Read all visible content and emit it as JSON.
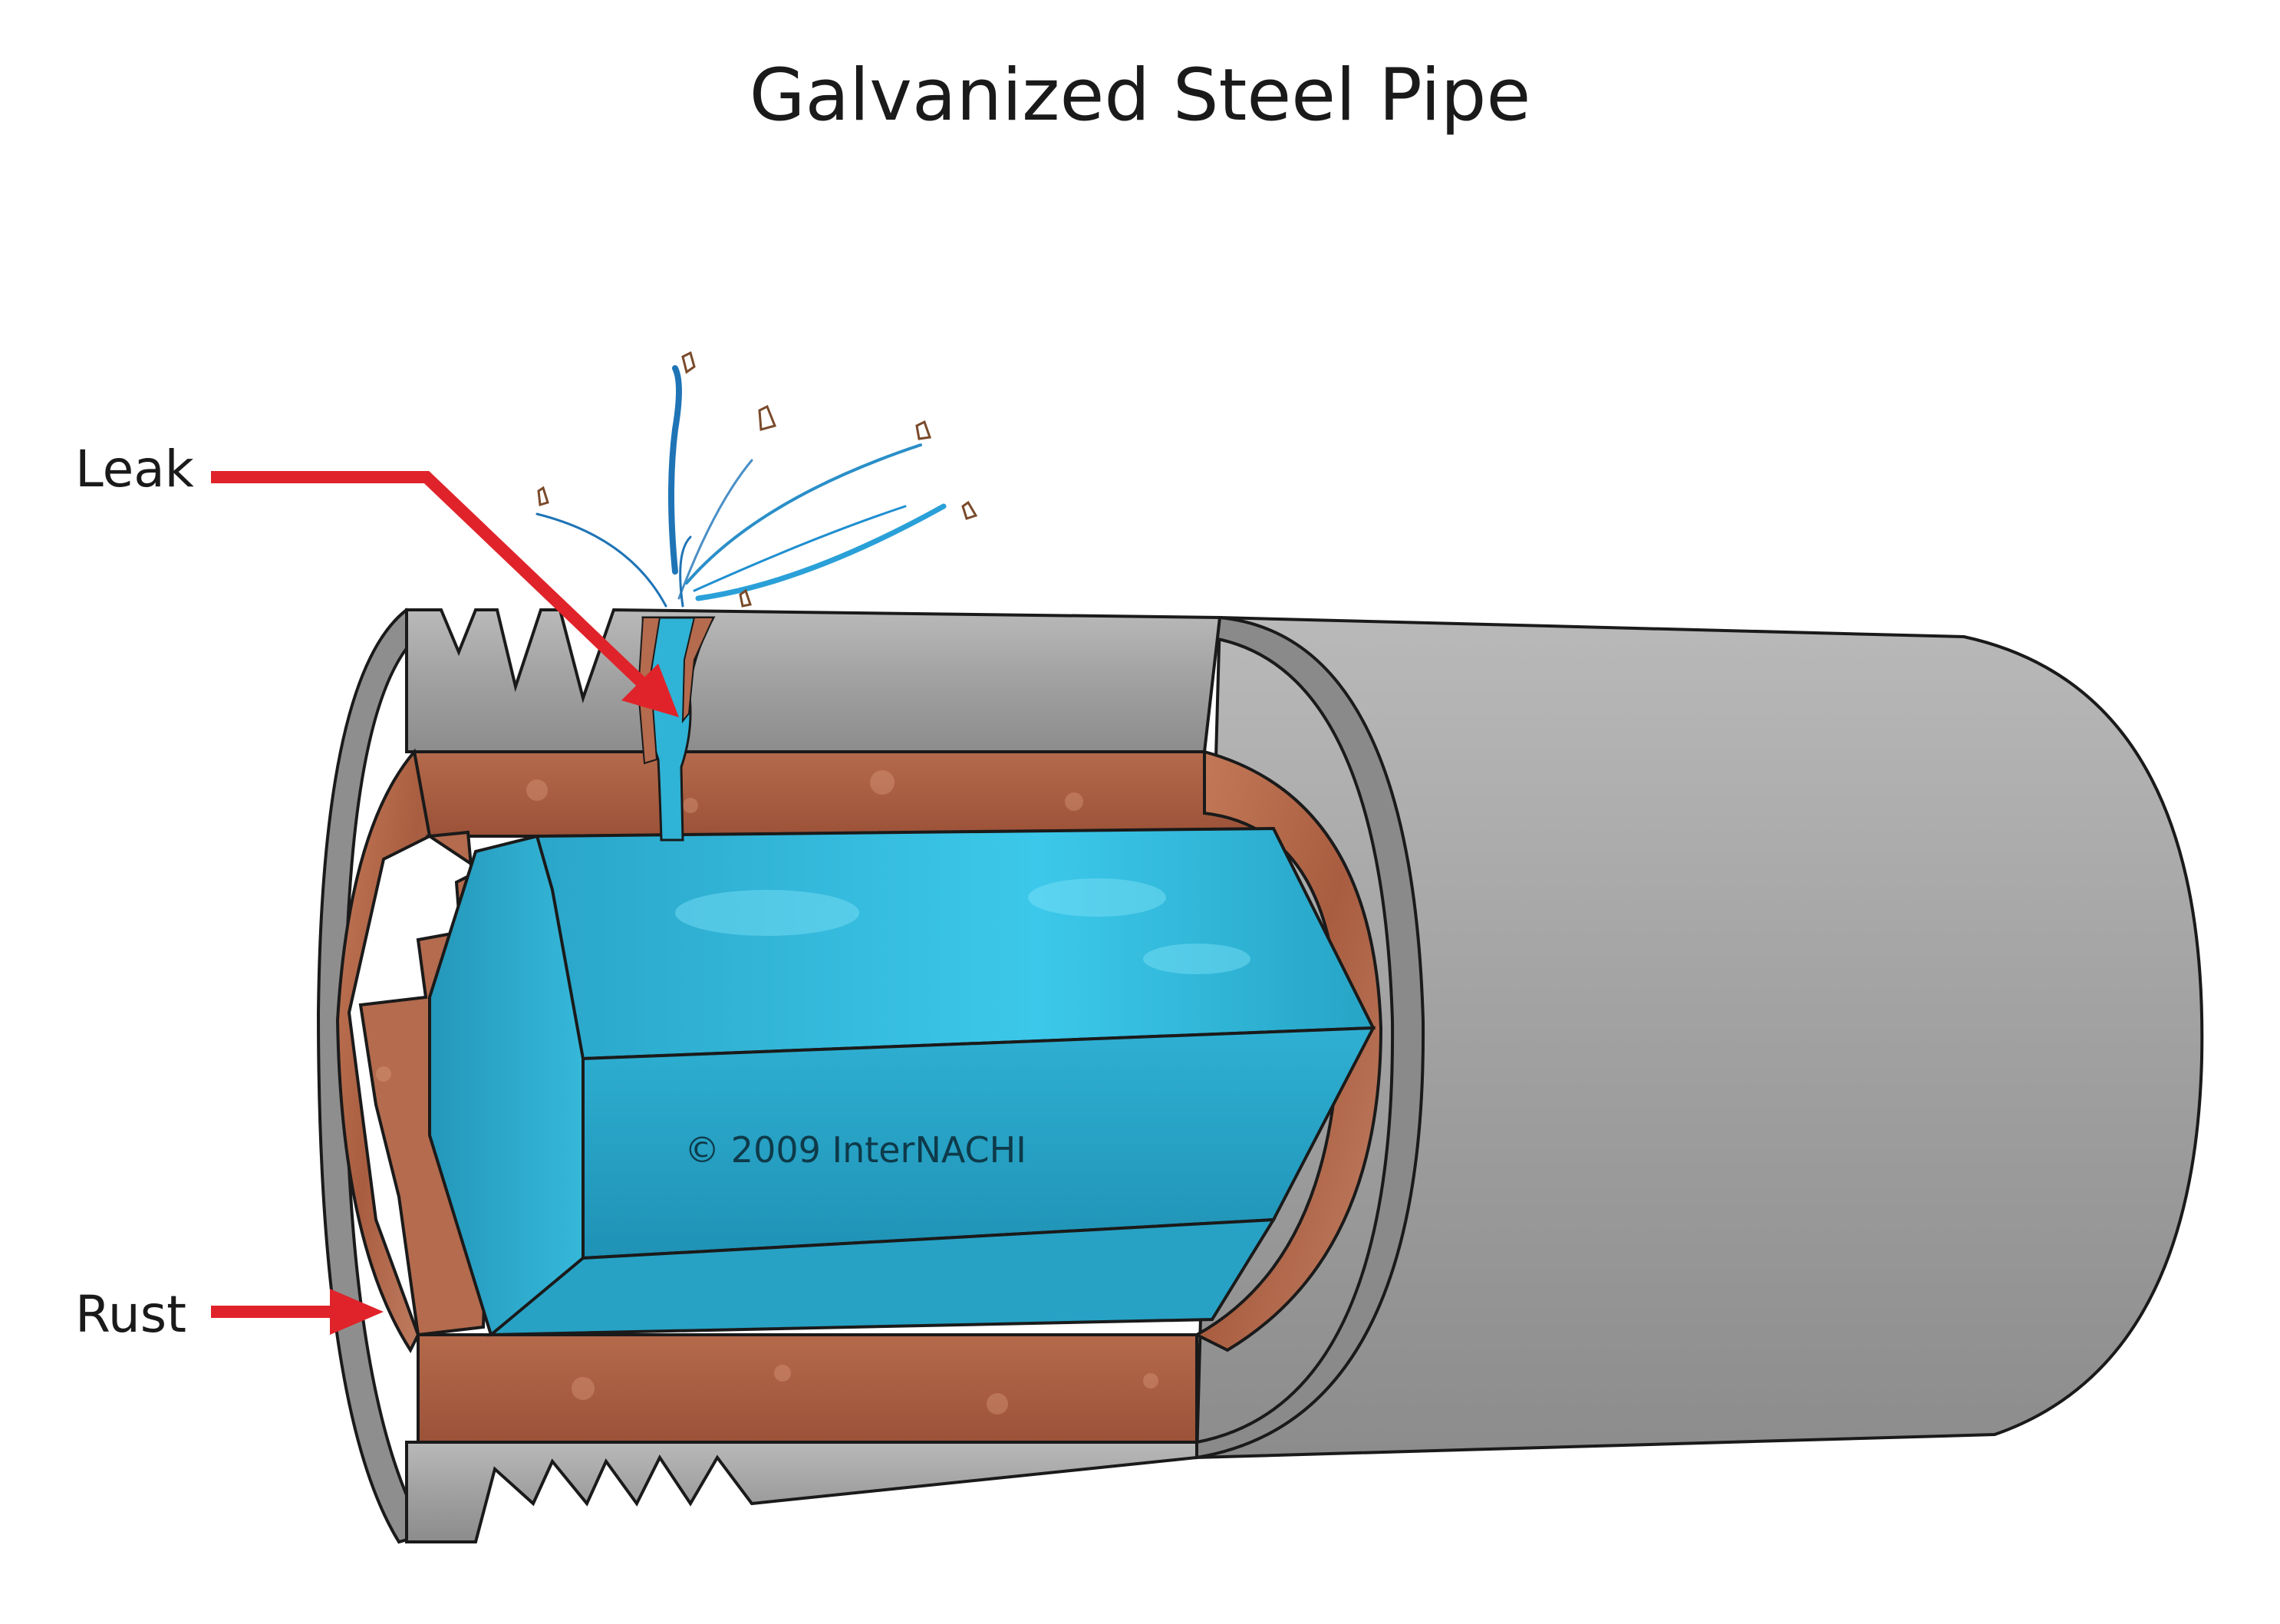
{
  "title": "Galvanized Steel Pipe",
  "labels": {
    "leak": "Leak",
    "rust": "Rust"
  },
  "watermark": "© 2009  InterNACHI",
  "colors": {
    "steel": "#9a9a9a",
    "steel_dark": "#7e7e7e",
    "rust": "#b86a4a",
    "water": "#2fb3d6",
    "arrow": "#e0232a",
    "outline": "#1a1a1a"
  }
}
